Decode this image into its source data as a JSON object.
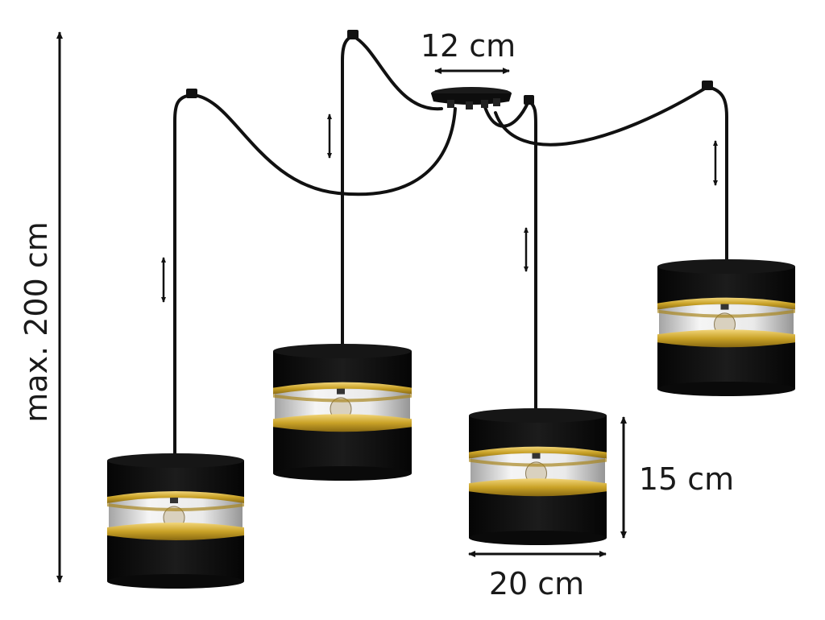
{
  "labels": {
    "max_length": "max. 200 cm",
    "canopy_diameter": "12 cm",
    "shade_height": "15 cm",
    "shade_diameter": "20 cm"
  },
  "colors": {
    "shade_fabric": "#0d0d0d",
    "gold_band": "#c9a227",
    "clear_band": "#dcdcdc",
    "cable": "#111111",
    "dimension_line": "#111111"
  },
  "lamp_count": 4
}
